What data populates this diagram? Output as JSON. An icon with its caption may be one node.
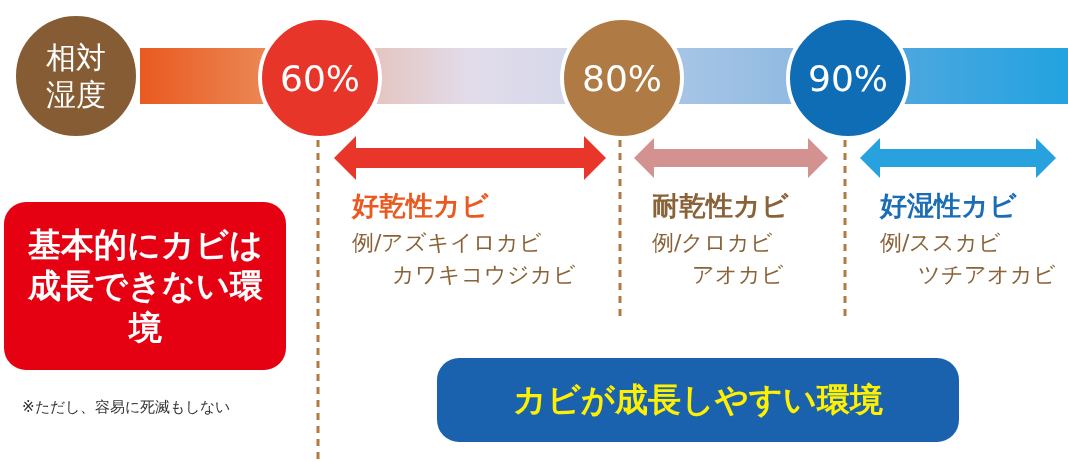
{
  "diagram": {
    "nodes": [
      {
        "text": [
          "相対湿度"
        ]
      },
      {
        "text": [
          "60%"
        ]
      },
      {
        "text": [
          "80%"
        ]
      },
      {
        "text": [
          "90%"
        ]
      },
      {
        "text": [
          "基本的にカビは成長できない環境"
        ]
      },
      {
        "text": [
          "カビが成長しやすい環境"
        ]
      }
    ],
    "edges": [],
    "labels": [
      "好乾性カビ",
      "例/アズキイロカビ",
      "カワキコウジカビ",
      "耐乾性カビ",
      "例/クロカビ",
      "アオカビ",
      "好湿性カビ",
      "例/ススカビ",
      "ツチアオカビ",
      "※ただし、容易に死滅もしない"
    ]
  }
}
